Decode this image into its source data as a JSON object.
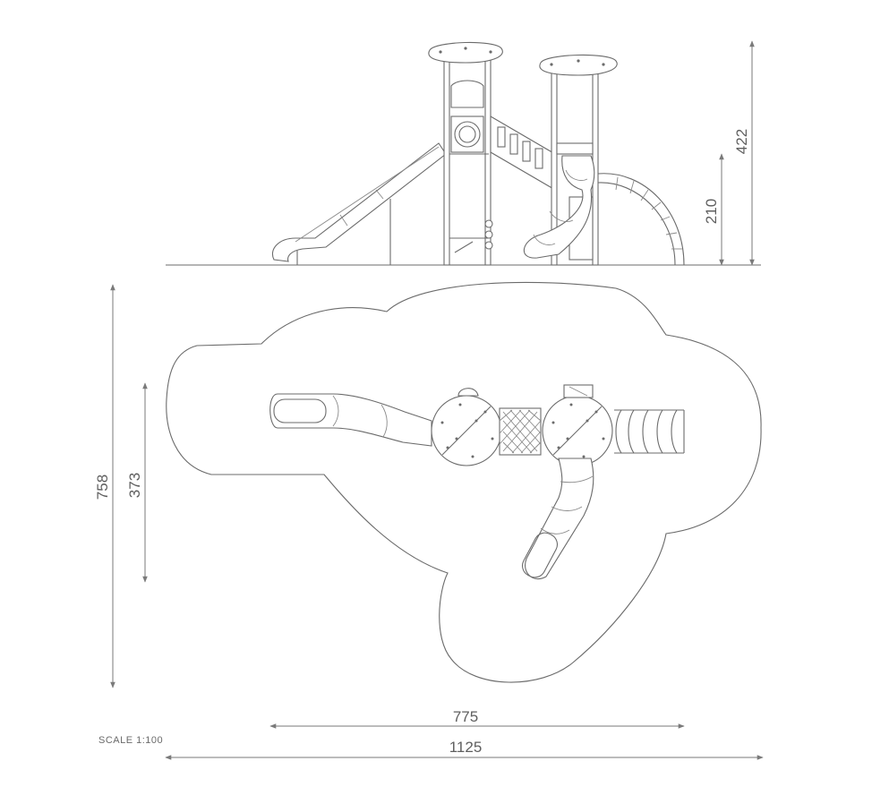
{
  "dimensions": {
    "total_height": "422",
    "platform_height": "210",
    "plan_depth_outer": "758",
    "plan_depth_inner": "373",
    "plan_width_inner": "775",
    "plan_width_outer": "1125"
  },
  "scale_label": "SCALE 1:100",
  "colors": {
    "line": "#6b6b6b",
    "background": "#ffffff"
  }
}
